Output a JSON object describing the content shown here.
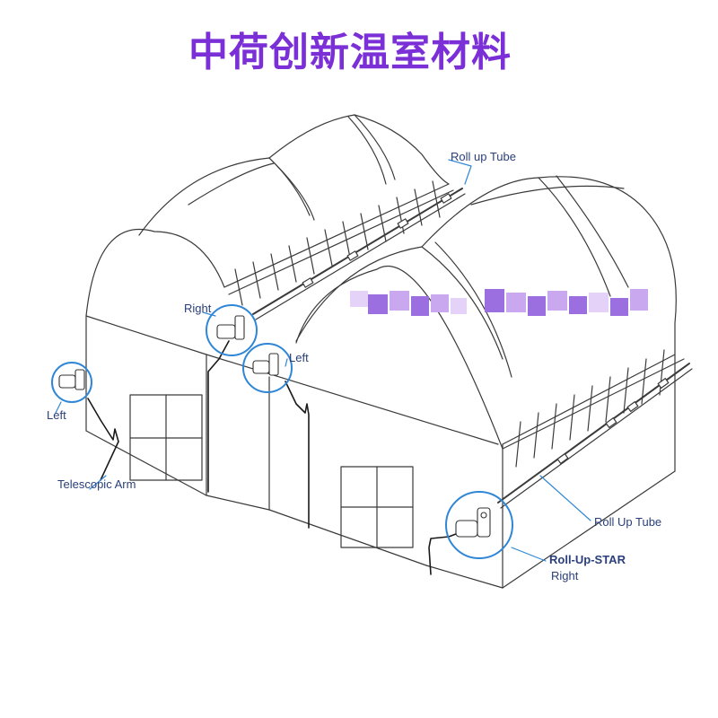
{
  "title": "中荷创新温室材料",
  "colors": {
    "title": "#7b2fd6",
    "line": "#3a3a3a",
    "callout": "#2f86d6",
    "label": "#2a3f7a",
    "mosaic_a": "#c9a8f0",
    "mosaic_b": "#9b6fe0",
    "mosaic_c": "#e4d2f8"
  },
  "labels": {
    "roll_up_tube_top": "Roll up Tube",
    "right_top": "Right",
    "left_middle": "Left",
    "left_side": "Left",
    "telescopic_arm": "Telescopic Arm",
    "roll_up_tube_bottom": "Roll Up Tube",
    "roll_up_star": "Roll-Up-STAR",
    "right_bottom": "Right"
  },
  "icons": {
    "motor": "gear-motor-icon",
    "watermark": "watermark-mosaic"
  }
}
